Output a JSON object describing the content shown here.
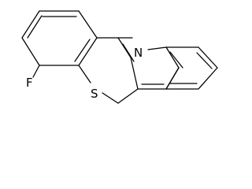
{
  "atoms": {
    "fluorine": "F",
    "sulfur": "S",
    "nitrogen": "N"
  },
  "colors": {
    "bond": "#000000",
    "label": "#000000",
    "background": "#ffffff"
  }
}
